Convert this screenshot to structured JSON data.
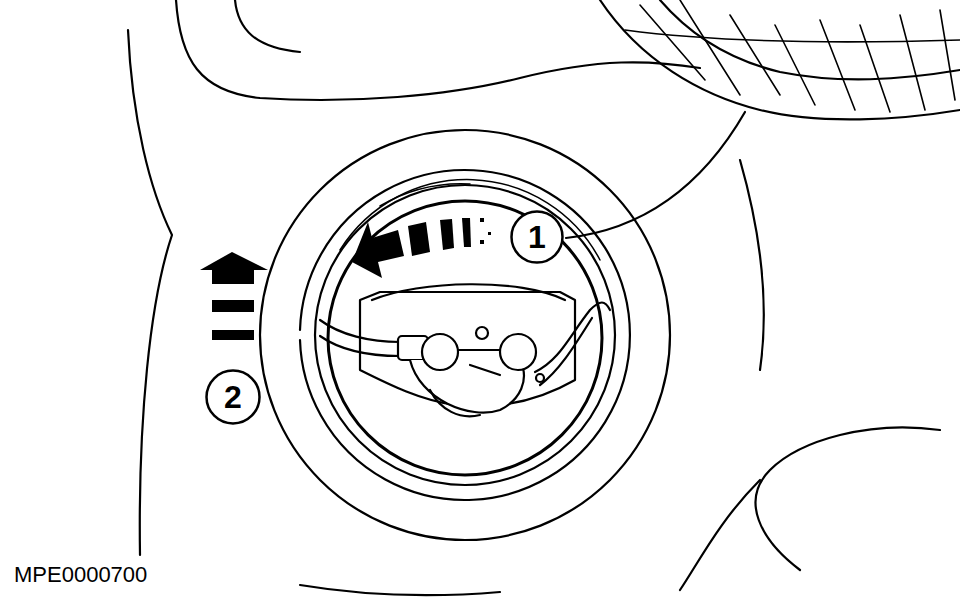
{
  "diagram": {
    "nodes": [
      {
        "text": [
          "1"
        ]
      },
      {
        "text": [
          "2"
        ]
      }
    ],
    "labels": [
      "MPE0000700"
    ]
  }
}
